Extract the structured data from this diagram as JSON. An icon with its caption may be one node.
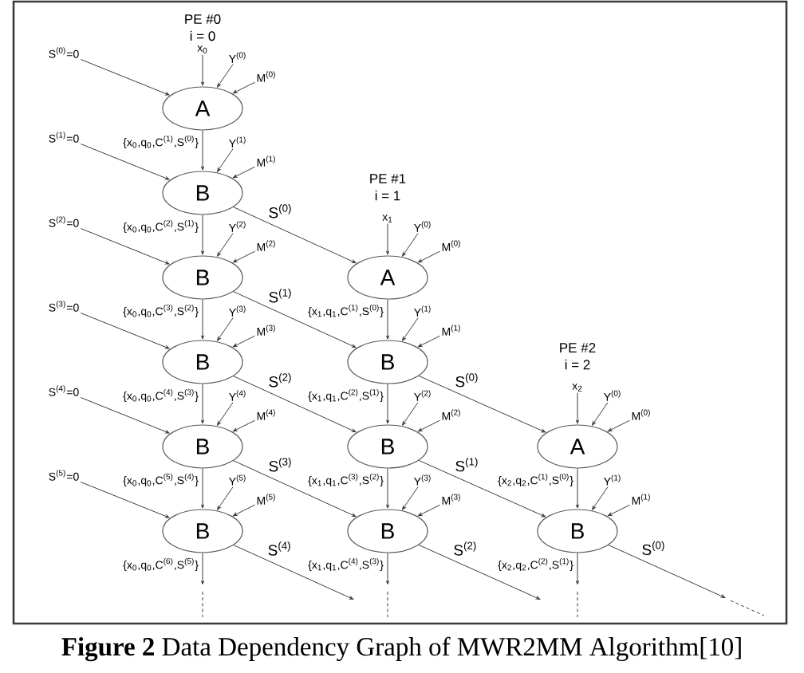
{
  "diagram": {
    "caption": "**Figure 2** Data Dependency Graph of MWR2MM Algorithm[10]",
    "nodes": [
      {
        "text": [
          "S$^{(0)}$=0"
        ]
      },
      {
        "text": [
          "x$_{0}$"
        ]
      },
      {
        "text": [
          "Y$^{(0)}$"
        ]
      },
      {
        "text": [
          "M$^{(0)}$"
        ]
      },
      {
        "text": [
          "A"
        ]
      },
      {
        "text": [
          "S$^{(1)}$=0"
        ]
      },
      {
        "text": [
          "Y$^{(1)}$"
        ]
      },
      {
        "text": [
          "M$^{(1)}$"
        ]
      },
      {
        "text": [
          "B"
        ]
      },
      {
        "text": [
          "S$^{(2)}$=0"
        ]
      },
      {
        "text": [
          "Y$^{(2)}$"
        ]
      },
      {
        "text": [
          "M$^{(2)}$"
        ]
      },
      {
        "text": [
          "B"
        ]
      },
      {
        "text": [
          "x$_{1}$"
        ]
      },
      {
        "text": [
          "Y$^{(0)}$"
        ]
      },
      {
        "text": [
          "M$^{(0)}$"
        ]
      },
      {
        "text": [
          "A"
        ]
      },
      {
        "text": [
          "S$^{(3)}$=0"
        ]
      },
      {
        "text": [
          "Y$^{(3)}$"
        ]
      },
      {
        "text": [
          "M$^{(3)}$"
        ]
      },
      {
        "text": [
          "B"
        ]
      },
      {
        "text": [
          "Y$^{(1)}$"
        ]
      },
      {
        "text": [
          "M$^{(1)}$"
        ]
      },
      {
        "text": [
          "B"
        ]
      },
      {
        "text": [
          "S$^{(4)}$=0"
        ]
      },
      {
        "text": [
          "Y$^{(4)}$"
        ]
      },
      {
        "text": [
          "M$^{(4)}$"
        ]
      },
      {
        "text": [
          "B"
        ]
      },
      {
        "text": [
          "Y$^{(2)}$"
        ]
      },
      {
        "text": [
          "M$^{(2)}$"
        ]
      },
      {
        "text": [
          "B"
        ]
      },
      {
        "text": [
          "x$_{2}$"
        ]
      },
      {
        "text": [
          "Y$^{(0)}$"
        ]
      },
      {
        "text": [
          "M$^{(0)}$"
        ]
      },
      {
        "text": [
          "A"
        ]
      },
      {
        "text": [
          "S$^{(5)}$=0"
        ]
      },
      {
        "text": [
          "Y$^{(5)}$"
        ]
      },
      {
        "text": [
          "M$^{(5)}$"
        ]
      },
      {
        "text": [
          "B"
        ]
      },
      {
        "text": [
          "Y$^{(3)}$"
        ]
      },
      {
        "text": [
          "M$^{(3)}$"
        ]
      },
      {
        "text": [
          "B"
        ]
      },
      {
        "text": [
          "Y$^{(1)}$"
        ]
      },
      {
        "text": [
          "M$^{(1)}$"
        ]
      },
      {
        "text": [
          "B"
        ]
      }
    ],
    "edges": [
      {
        "from": 0,
        "to": 4,
        "arrow": "to"
      },
      {
        "from": 1,
        "to": 4,
        "arrow": "to"
      },
      {
        "from": 2,
        "to": 4,
        "arrow": "to"
      },
      {
        "from": 3,
        "to": 4,
        "arrow": "to"
      },
      {
        "from": 5,
        "to": 8,
        "arrow": "to"
      },
      {
        "from": 6,
        "to": 8,
        "arrow": "to"
      },
      {
        "from": 7,
        "to": 8,
        "arrow": "to"
      },
      {
        "from": 9,
        "to": 12,
        "arrow": "to"
      },
      {
        "from": 10,
        "to": 12,
        "arrow": "to"
      },
      {
        "from": 11,
        "to": 12,
        "arrow": "to"
      },
      {
        "from": 13,
        "to": 16,
        "arrow": "to"
      },
      {
        "from": 14,
        "to": 16,
        "arrow": "to"
      },
      {
        "from": 15,
        "to": 16,
        "arrow": "to"
      },
      {
        "from": 17,
        "to": 20,
        "arrow": "to"
      },
      {
        "from": 18,
        "to": 20,
        "arrow": "to"
      },
      {
        "from": 19,
        "to": 20,
        "arrow": "to"
      },
      {
        "from": 21,
        "to": 23,
        "arrow": "to"
      },
      {
        "from": 22,
        "to": 23,
        "arrow": "to"
      },
      {
        "from": 24,
        "to": 27,
        "arrow": "to"
      },
      {
        "from": 25,
        "to": 27,
        "arrow": "to"
      },
      {
        "from": 26,
        "to": 27,
        "arrow": "to"
      },
      {
        "from": 28,
        "to": 30,
        "arrow": "to"
      },
      {
        "from": 29,
        "to": 30,
        "arrow": "to"
      },
      {
        "from": 31,
        "to": 34,
        "arrow": "to"
      },
      {
        "from": 32,
        "to": 34,
        "arrow": "to"
      },
      {
        "from": 33,
        "to": 34,
        "arrow": "to"
      },
      {
        "from": 35,
        "to": 38,
        "arrow": "to"
      },
      {
        "from": 36,
        "to": 38,
        "arrow": "to"
      },
      {
        "from": 37,
        "to": 38,
        "arrow": "to"
      },
      {
        "from": 39,
        "to": 41,
        "arrow": "to"
      },
      {
        "from": 40,
        "to": 41,
        "arrow": "to"
      },
      {
        "from": 42,
        "to": 44,
        "arrow": "to"
      },
      {
        "from": 43,
        "to": 44,
        "arrow": "to"
      },
      {
        "from": 4,
        "to": 8,
        "arrow": "to",
        "label": "{x$_{0}$,q$_{0}$,C$^{(1)}$,S$^{(0)}$}"
      },
      {
        "from": 8,
        "to": 12,
        "arrow": "to",
        "label": "{x$_{0}$,q$_{0}$,C$^{(2)}$,S$^{(1)}$}"
      },
      {
        "from": 12,
        "to": 20,
        "arrow": "to",
        "label": "{x$_{0}$,q$_{0}$,C$^{(3)}$,S$^{(2)}$}"
      },
      {
        "from": 20,
        "to": 27,
        "arrow": "to",
        "label": "{x$_{0}$,q$_{0}$,C$^{(4)}$,S$^{(3)}$}"
      },
      {
        "from": 27,
        "to": 38,
        "arrow": "to",
        "label": "{x$_{0}$,q$_{0}$,C$^{(5)}$,S$^{(4)}$}"
      },
      {
        "from": 38,
        "to": null,
        "arrow": "to",
        "label": "{x$_{0}$,q$_{0}$,C$^{(6)}$,S$^{(5)}$}"
      },
      {
        "from": 16,
        "to": 23,
        "arrow": "to",
        "label": "{x$_{1}$,q$_{1}$,C$^{(1)}$,S$^{(0)}$}"
      },
      {
        "from": 23,
        "to": 30,
        "arrow": "to",
        "label": "{x$_{1}$,q$_{1}$,C$^{(2)}$,S$^{(1)}$}"
      },
      {
        "from": 30,
        "to": 41,
        "arrow": "to",
        "label": "{x$_{1}$,q$_{1}$,C$^{(3)}$,S$^{(2)}$}"
      },
      {
        "from": 41,
        "to": null,
        "arrow": "to",
        "label": "{x$_{1}$,q$_{1}$,C$^{(4)}$,S$^{(3)}$}"
      },
      {
        "from": 34,
        "to": 44,
        "arrow": "to",
        "label": "{x$_{2}$,q$_{2}$,C$^{(1)}$,S$^{(0)}$}"
      },
      {
        "from": 44,
        "to": null,
        "arrow": "to",
        "label": "{x$_{2}$,q$_{2}$,C$^{(2)}$,S$^{(1)}$}"
      },
      {
        "from": 8,
        "to": 16,
        "arrow": "to",
        "label": "S$^{(0)}$"
      },
      {
        "from": 12,
        "to": 23,
        "arrow": "to",
        "label": "S$^{(1)}$"
      },
      {
        "from": 20,
        "to": 30,
        "arrow": "to",
        "label": "S$^{(2)}$"
      },
      {
        "from": 27,
        "to": 41,
        "arrow": "to",
        "label": "S$^{(3)}$"
      },
      {
        "from": 38,
        "to": null,
        "arrow": "to",
        "label": "S$^{(4)}$"
      },
      {
        "from": 23,
        "to": 34,
        "arrow": "to",
        "label": "S$^{(0)}$"
      },
      {
        "from": 30,
        "to": 44,
        "arrow": "to",
        "label": "S$^{(1)}$"
      },
      {
        "from": 41,
        "to": null,
        "arrow": "to",
        "label": "S$^{(2)}$"
      },
      {
        "from": 44,
        "to": null,
        "arrow": "to",
        "label": "S$^{(0)}$"
      }
    ],
    "labels": [
      "PE #0",
      "i = 0",
      "PE #1",
      "i = 1",
      "PE #2",
      "i = 2"
    ]
  }
}
